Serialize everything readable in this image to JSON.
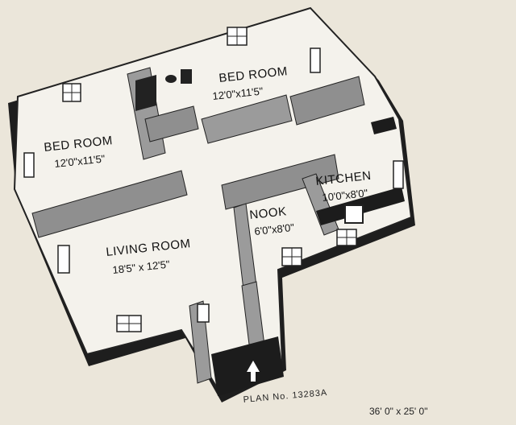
{
  "rooms": {
    "bedroom_left": {
      "name": "BED ROOM",
      "dims": "12'0\"x11'5\""
    },
    "bedroom_right": {
      "name": "BED ROOM",
      "dims": "12'0\"x11'5\""
    },
    "living_room": {
      "name": "LIVING ROOM",
      "dims": "18'5\" x 12'5\""
    },
    "nook": {
      "name": "NOOK",
      "dims": "6'0\"x8'0\""
    },
    "kitchen": {
      "name": "KITCHEN",
      "dims": "10'0\"x8'0\""
    }
  },
  "caption": {
    "plan_number": "PLAN No. 13283A",
    "overall_size": "36' 0\" x 25' 0\""
  },
  "colors": {
    "paper": "#ebe6da",
    "floor": "#f4f2ec",
    "wall_top": "#fbfaf6",
    "wall_side": "#2a2a2a",
    "wall_face": "#9a9a9a"
  }
}
